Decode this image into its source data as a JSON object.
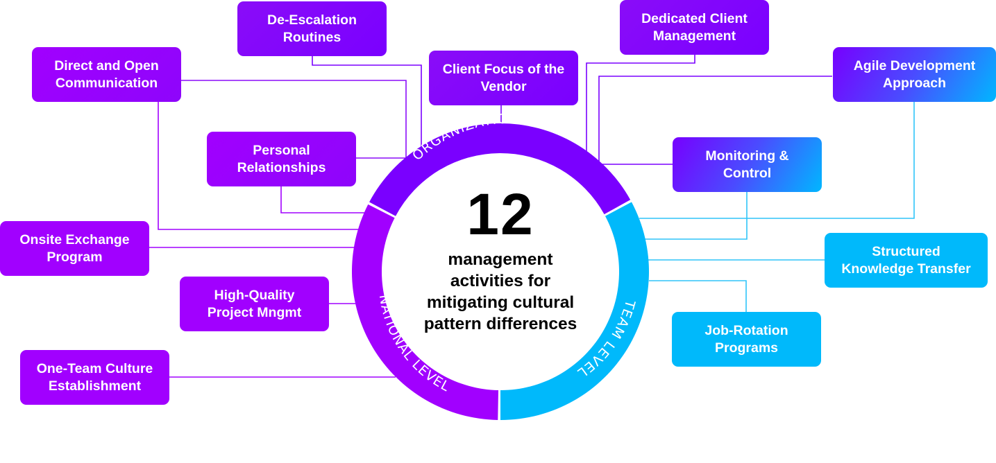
{
  "center": {
    "number": "12",
    "caption_lines": [
      "management",
      "activities for",
      "mitigating cultural",
      "pattern differences"
    ]
  },
  "levels": [
    {
      "id": "organizational",
      "label": "ORGANIZATIONAL LEVEL",
      "color": "#7a00ff"
    },
    {
      "id": "national",
      "label": "NATIONAL LEVEL",
      "color": "#a100ff"
    },
    {
      "id": "team",
      "label": "TEAM LEVEL",
      "color": "#00b9fb"
    }
  ],
  "activities": [
    {
      "id": "de-escalation-routines",
      "level": "organizational",
      "lines": [
        "De-Escalation",
        "Routines"
      ]
    },
    {
      "id": "direct-and-open-communication",
      "level": "national",
      "lines": [
        "Direct and Open",
        "Communication"
      ]
    },
    {
      "id": "client-focus-of-the-vendor",
      "level": "organizational",
      "lines": [
        "Client Focus of the",
        "Vendor"
      ]
    },
    {
      "id": "dedicated-client-management",
      "level": "organizational",
      "lines": [
        "Dedicated Client",
        "Management"
      ]
    },
    {
      "id": "agile-development-approach",
      "level": "organizational-team",
      "lines": [
        "Agile Development",
        "Approach"
      ]
    },
    {
      "id": "personal-relationships",
      "level": "national",
      "lines": [
        "Personal",
        "Relationships"
      ]
    },
    {
      "id": "monitoring-and-control",
      "level": "organizational-team",
      "lines": [
        "Monitoring &",
        "Control"
      ]
    },
    {
      "id": "onsite-exchange-program",
      "level": "national",
      "lines": [
        "Onsite Exchange",
        "Program"
      ]
    },
    {
      "id": "structured-knowledge-transfer",
      "level": "team",
      "lines": [
        "Structured",
        "Knowledge Transfer"
      ]
    },
    {
      "id": "high-quality-project-mngmt",
      "level": "national",
      "lines": [
        "High-Quality",
        "Project Mngmt"
      ]
    },
    {
      "id": "job-rotation-programs",
      "level": "team",
      "lines": [
        "Job-Rotation",
        "Programs"
      ]
    },
    {
      "id": "one-team-culture-establishment",
      "level": "national",
      "lines": [
        "One-Team Culture",
        "Establishment"
      ]
    }
  ]
}
